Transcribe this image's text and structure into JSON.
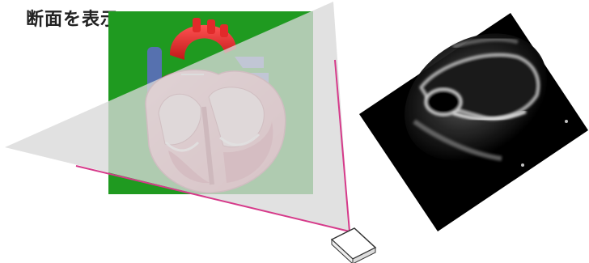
{
  "title": "断面を表示",
  "colors": {
    "background": "#ffffff",
    "panel_green": "#1f9a20",
    "fan_plane": "#d9d9d9",
    "beam_line": "#d63a8a",
    "ultrasound_bg": "#000000",
    "probe_fill": "#ffffff",
    "probe_stroke": "#333333"
  },
  "icons": {
    "heart": "heart-anatomy-illustration",
    "probe": "ultrasound-probe-icon",
    "echo": "echocardiogram-image"
  }
}
